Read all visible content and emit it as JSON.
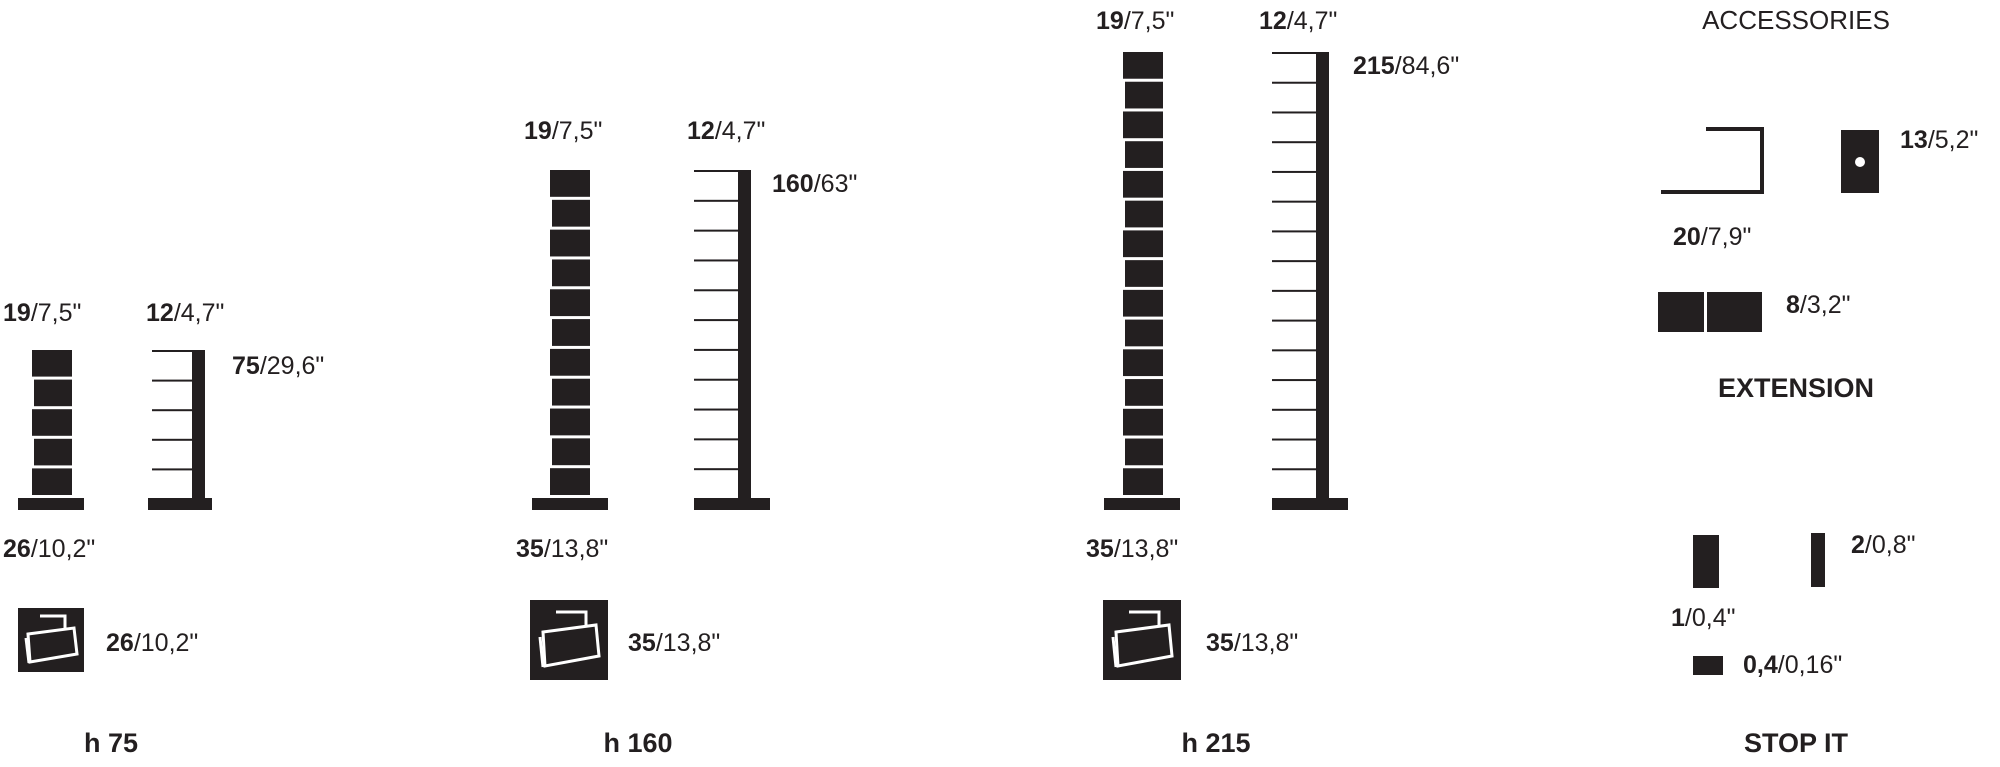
{
  "colors": {
    "ink": "#231f20",
    "paper": "#ffffff"
  },
  "models": [
    {
      "name": "h 75",
      "book_width": {
        "cm": "19",
        "in": "/7,5\""
      },
      "shelf_depth": {
        "cm": "12",
        "in": "/4,7\""
      },
      "height": {
        "cm": "75",
        "in": "/29,6\""
      },
      "base_width": {
        "cm": "26",
        "in": "/10,2\""
      },
      "base_plate": {
        "cm": "26",
        "in": "/10,2\"",
        "icon": "base-plate-icon"
      },
      "books": 5,
      "shelves": 5
    },
    {
      "name": "h 160",
      "book_width": {
        "cm": "19",
        "in": "/7,5\""
      },
      "shelf_depth": {
        "cm": "12",
        "in": "/4,7\""
      },
      "height": {
        "cm": "160",
        "in": "/63\""
      },
      "base_width": {
        "cm": "35",
        "in": "/13,8\""
      },
      "base_plate": {
        "cm": "35",
        "in": "/13,8\"",
        "icon": "base-plate-icon"
      },
      "books": 11,
      "shelves": 11
    },
    {
      "name": "h 215",
      "book_width": {
        "cm": "19",
        "in": "/7,5\""
      },
      "shelf_depth": {
        "cm": "12",
        "in": "/4,7\""
      },
      "height": {
        "cm": "215",
        "in": "/84,6\""
      },
      "base_width": {
        "cm": "35",
        "in": "/13,8\""
      },
      "base_plate": {
        "cm": "35",
        "in": "/13,8\"",
        "icon": "base-plate-icon"
      },
      "books": 15,
      "shelves": 15
    }
  ],
  "accessories": {
    "heading": "ACCESSORIES",
    "bracket_width": {
      "cm": "20",
      "in": "/7,9\""
    },
    "clip_size": {
      "cm": "13",
      "in": "/5,2\""
    },
    "extension_depth": {
      "cm": "8",
      "in": "/3,2\""
    },
    "extension_label": "EXTENSION",
    "stop_thick": {
      "cm": "1",
      "in": "/0,4\""
    },
    "stop_thin": {
      "cm": "2",
      "in": "/0,8\""
    },
    "stop_flat": {
      "cm": "0,4",
      "in": "/0,16\""
    },
    "stop_label": "STOP IT"
  }
}
